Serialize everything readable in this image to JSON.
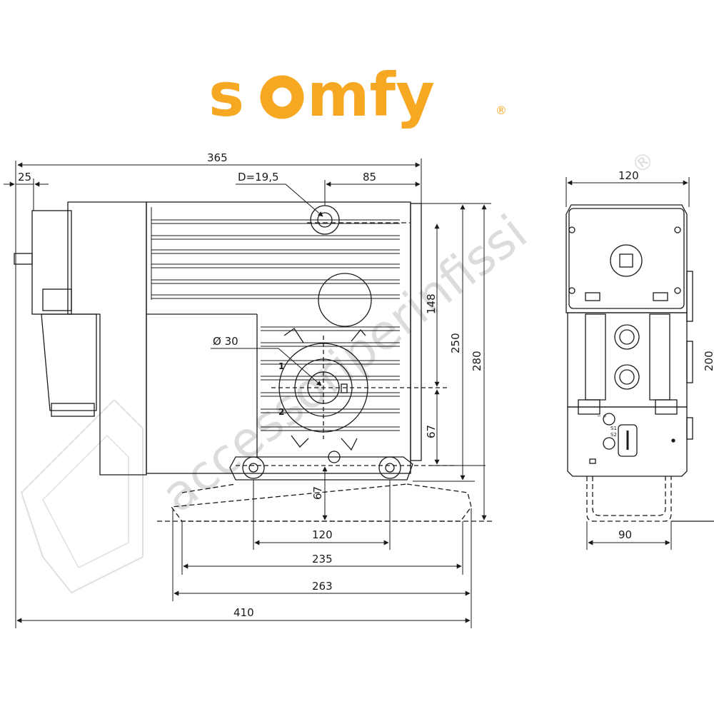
{
  "brand": {
    "logo_text_left": "s",
    "logo_text_right": "mfy",
    "registered_mark": "®",
    "color": "#F7A823"
  },
  "watermark": {
    "text": "accessoriperinfissi",
    "registered_mark": "®",
    "color": "#d9d9d9"
  },
  "front_view": {
    "dimensions": {
      "overall_width": "365",
      "flange_offset": "25",
      "hole_diameter": "D=19,5",
      "hole_offset": "85",
      "shaft_diameter": "Ø 30",
      "height_148": "148",
      "height_250": "250",
      "height_280": "280",
      "bottom_67_right": "67",
      "bottom_67_center": "67",
      "base_120": "120",
      "base_235": "235",
      "base_263": "263",
      "total_410": "410"
    },
    "rotation_marks": [
      "1",
      "2"
    ]
  },
  "side_view": {
    "dimensions": {
      "width_120": "120",
      "width_90": "90",
      "height_partial": "200"
    },
    "limit_labels": {
      "minus_plus": "− +",
      "s1": "S1",
      "s2": "S2"
    }
  },
  "colors": {
    "line": "#1a1a1a",
    "gray_fill": "#e8e8e8"
  }
}
